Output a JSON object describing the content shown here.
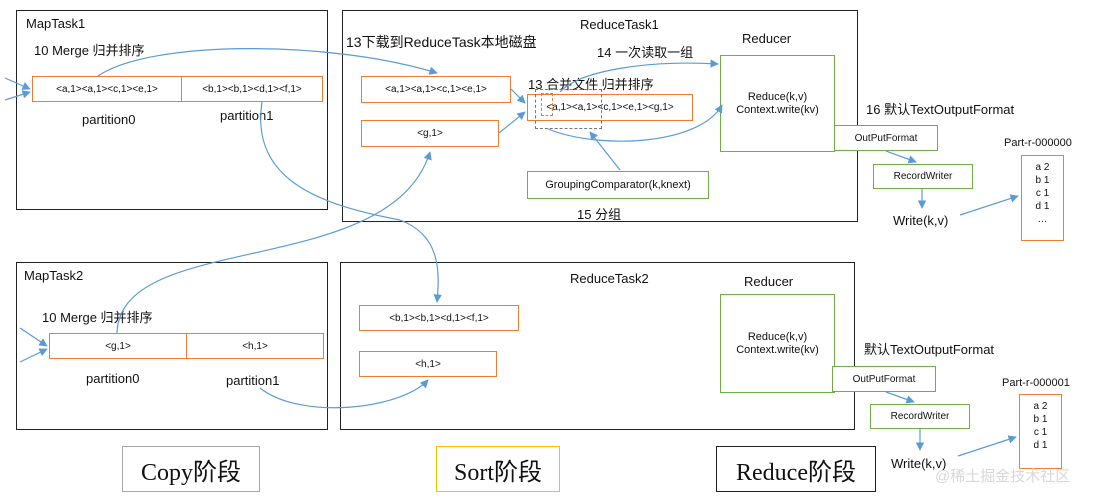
{
  "maptask1": {
    "title": "MapTask1",
    "merge_label": "10 Merge 归并排序",
    "part0_data": "<a,1><a,1><c,1><e,1>",
    "part1_data": "<b,1><b,1><d,1><f,1>",
    "part0_label": "partition0",
    "part1_label": "partition1"
  },
  "maptask2": {
    "title": "MapTask2",
    "merge_label": "10 Merge 归并排序",
    "part0_data": "<g,1>",
    "part1_data": "<h,1>",
    "part0_label": "partition0",
    "part1_label": "partition1"
  },
  "reducetask1": {
    "title": "ReduceTask1",
    "download_label": "13下载到ReduceTask本地磁盘",
    "read_group_label": "14 一次读取一组",
    "merge_label": "13 合并文件 归并排序",
    "copied_a": "<a,1><a,1><c,1><e,1>",
    "copied_g": "<g,1>",
    "merged": "<a,1><a,1><c,1><e,1><g,1>",
    "grouping": "GroupingComparator(k,knext)",
    "group_label": "15 分组",
    "reducer_title": "Reducer",
    "reduce_line1": "Reduce(k,v)",
    "reduce_line2": "Context.write(kv)",
    "output_format_label": "16 默认TextOutputFormat",
    "outputformat": "OutPutFormat",
    "recordwriter": "RecordWriter",
    "write": "Write(k,v)",
    "part_file": "Part-r-000000",
    "part_contents": [
      "a 2",
      "b 1",
      "c 1",
      "d 1",
      "…"
    ]
  },
  "reducetask2": {
    "title": "ReduceTask2",
    "copied_b": "<b,1><b,1><d,1><f,1>",
    "copied_h": "<h,1>",
    "reducer_title": "Reducer",
    "reduce_line1": "Reduce(k,v)",
    "reduce_line2": "Context.write(kv)",
    "output_format_label": "默认TextOutputFormat",
    "outputformat": "OutPutFormat",
    "recordwriter": "RecordWriter",
    "write": "Write(k,v)",
    "part_file": "Part-r-000001",
    "part_contents": [
      "a 2",
      "b 1",
      "c 1",
      "d 1"
    ]
  },
  "stages": {
    "copy": "Copy阶段",
    "sort": "Sort阶段",
    "reduce": "Reduce阶段"
  },
  "watermark": "@稀土掘金技术社区",
  "colors": {
    "orange": "#ed7d31",
    "green": "#70ad47",
    "blue_arrow": "#5b9bd5",
    "copy_border": "#a6a6a6",
    "sort_border": "#ffc000",
    "reduce_border": "#222222"
  }
}
